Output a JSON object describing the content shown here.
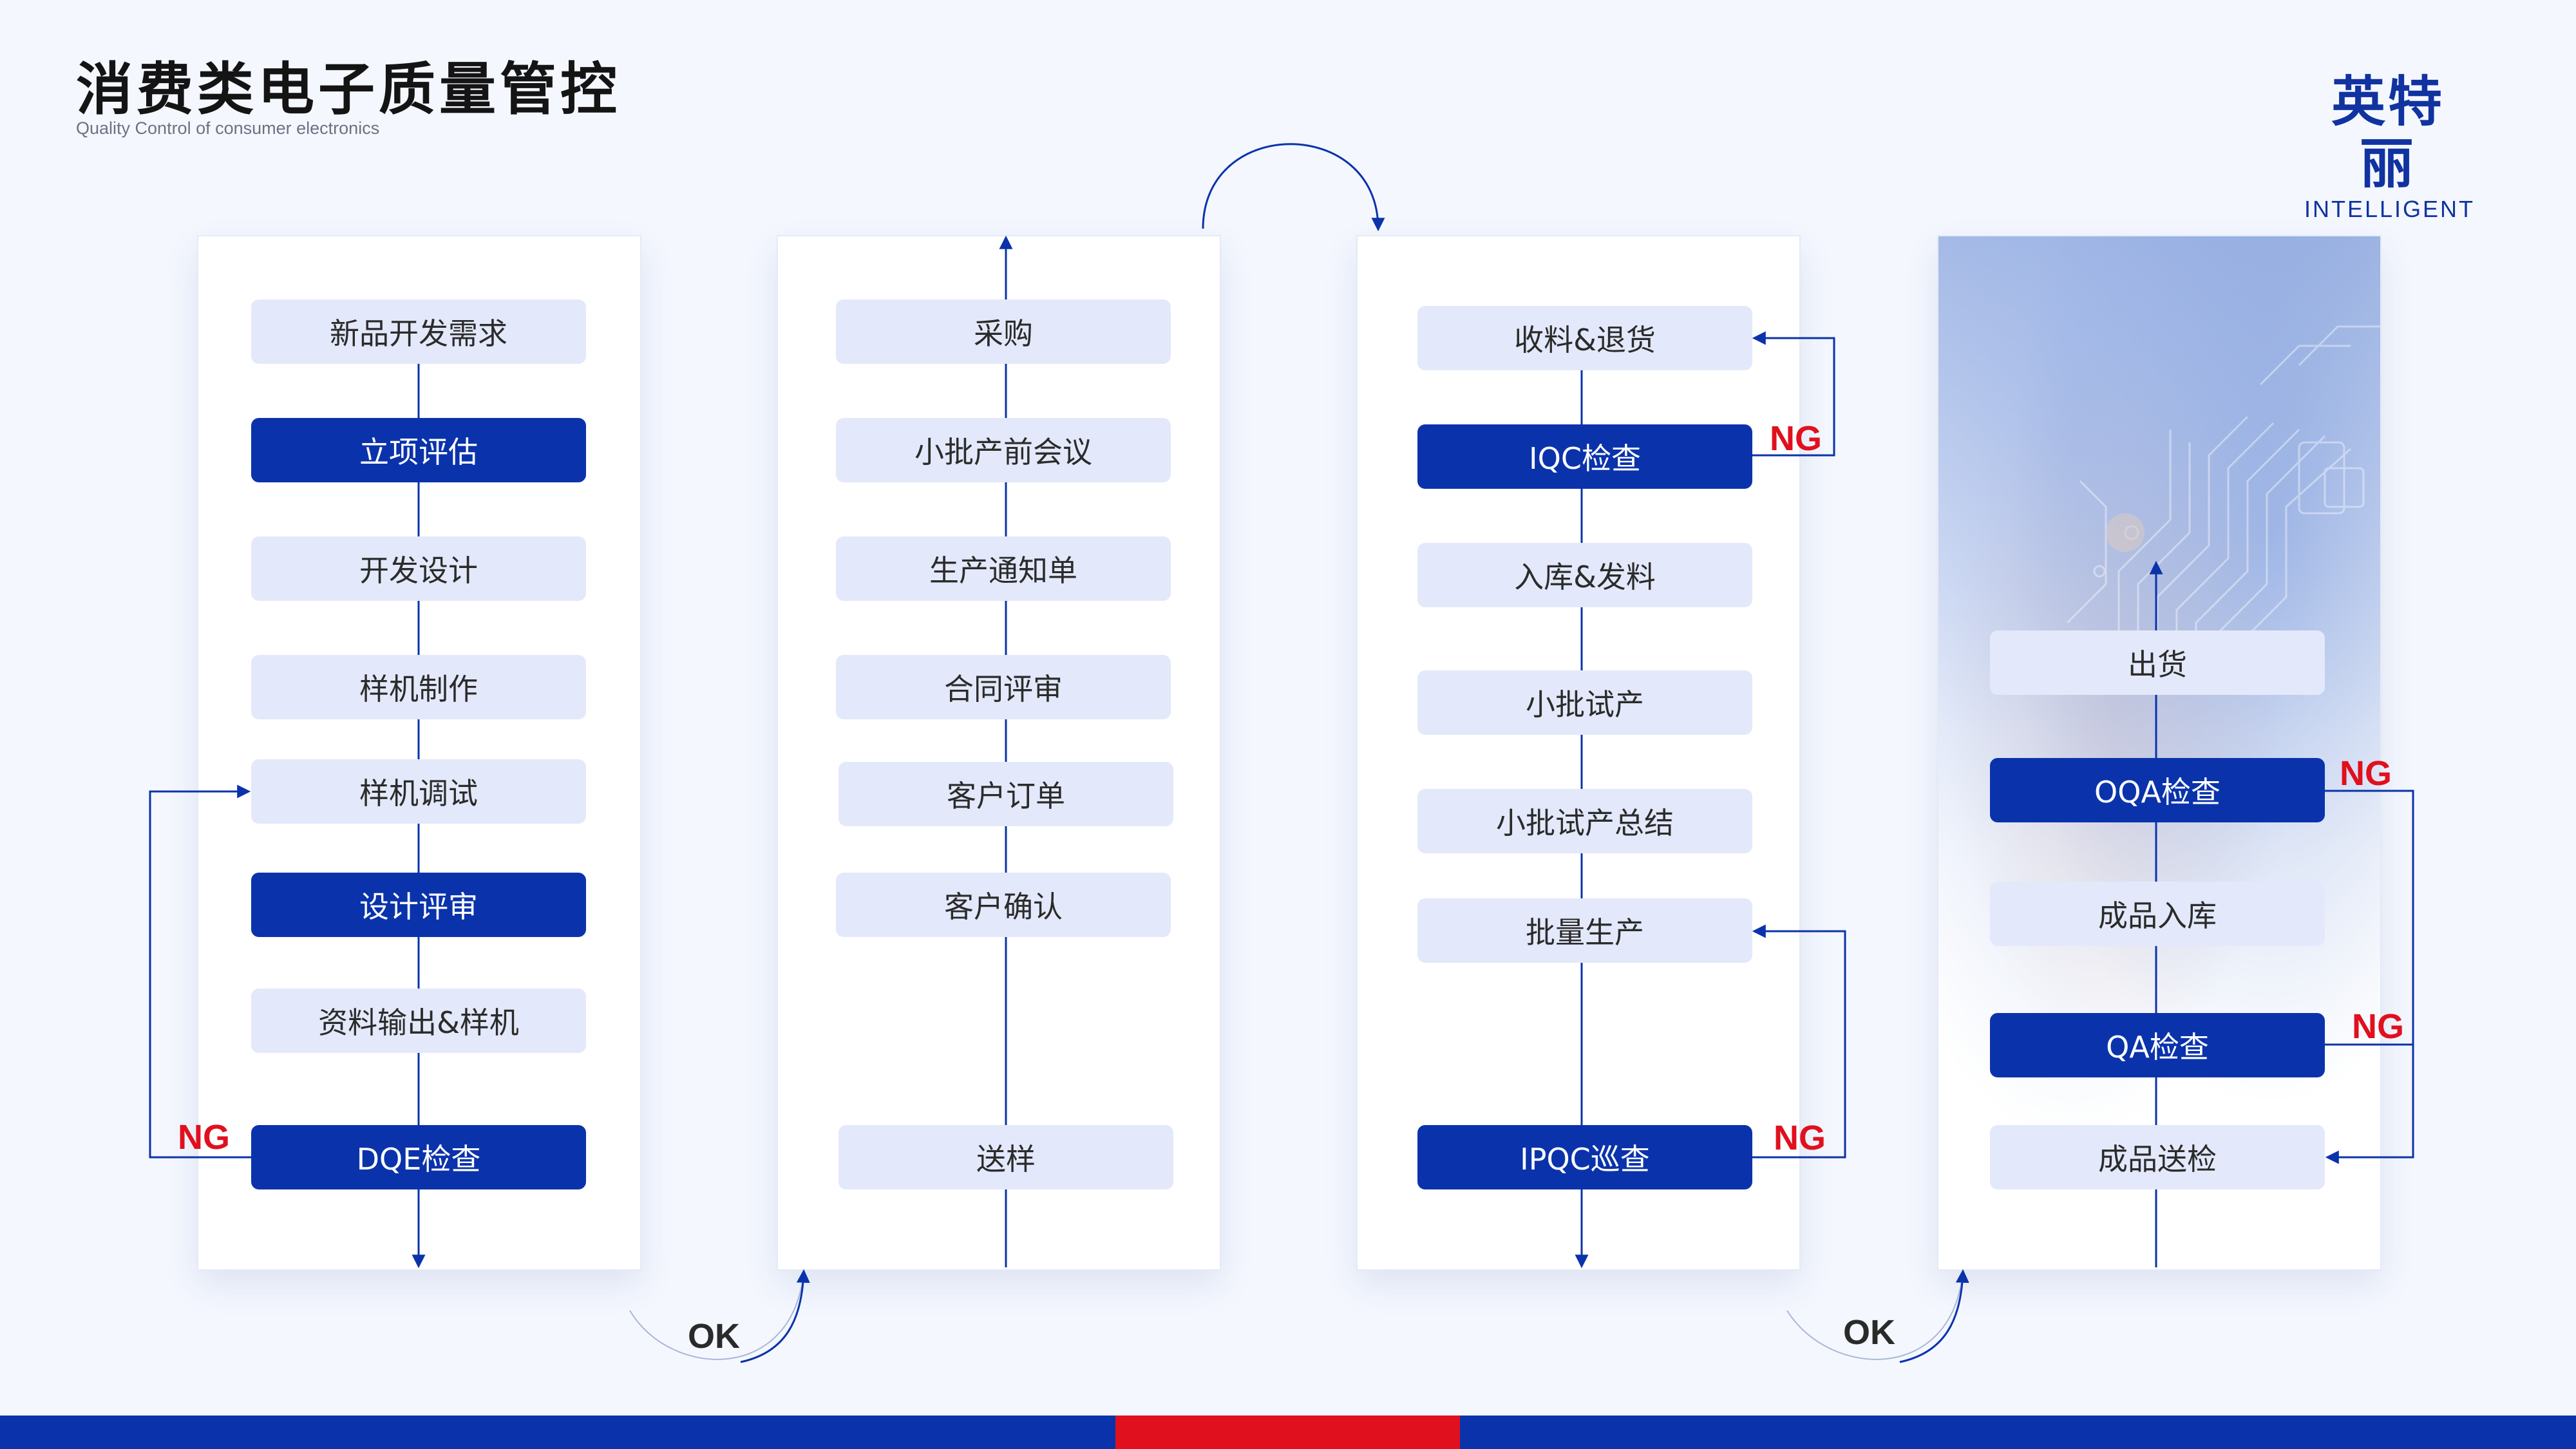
{
  "header": {
    "title": "消费类电子质量管控",
    "subtitle": "Quality Control of consumer electronics"
  },
  "logo": {
    "cn": "英特丽",
    "en": "INTELLIGENT"
  },
  "colors": {
    "primary": "#0a33ab",
    "light_node": "#e3e9fa",
    "ng": "#e0101e",
    "bottom_accent": "#e0101e"
  },
  "columns": [
    {
      "nodes": [
        {
          "label": "新品开发需求",
          "style": "light"
        },
        {
          "label": "立项评估",
          "style": "dark"
        },
        {
          "label": "开发设计",
          "style": "light"
        },
        {
          "label": "样机制作",
          "style": "light"
        },
        {
          "label": "样机调试",
          "style": "light"
        },
        {
          "label": "设计评审",
          "style": "dark"
        },
        {
          "label": "资料输出&样机",
          "style": "light"
        },
        {
          "label": "DQE检查",
          "style": "dark"
        }
      ]
    },
    {
      "nodes": [
        {
          "label": "采购",
          "style": "light"
        },
        {
          "label": "小批产前会议",
          "style": "light"
        },
        {
          "label": "生产通知单",
          "style": "light"
        },
        {
          "label": "合同评审",
          "style": "light"
        },
        {
          "label": "客户订单",
          "style": "light"
        },
        {
          "label": "客户确认",
          "style": "light"
        },
        {
          "label": "送样",
          "style": "light"
        }
      ]
    },
    {
      "nodes": [
        {
          "label": "收料&退货",
          "style": "light"
        },
        {
          "label": "IQC检查",
          "style": "dark"
        },
        {
          "label": "入库&发料",
          "style": "light"
        },
        {
          "label": "小批试产",
          "style": "light"
        },
        {
          "label": "小批试产总结",
          "style": "light"
        },
        {
          "label": "批量生产",
          "style": "light"
        },
        {
          "label": "IPQC巡查",
          "style": "dark"
        }
      ]
    },
    {
      "nodes": [
        {
          "label": "出货",
          "style": "light"
        },
        {
          "label": "OQA检查",
          "style": "dark"
        },
        {
          "label": "成品入库",
          "style": "light"
        },
        {
          "label": "QA检查",
          "style": "dark"
        },
        {
          "label": "成品送检",
          "style": "light"
        }
      ]
    }
  ],
  "loop_labels": {
    "ng": "NG",
    "ok": "OK"
  }
}
